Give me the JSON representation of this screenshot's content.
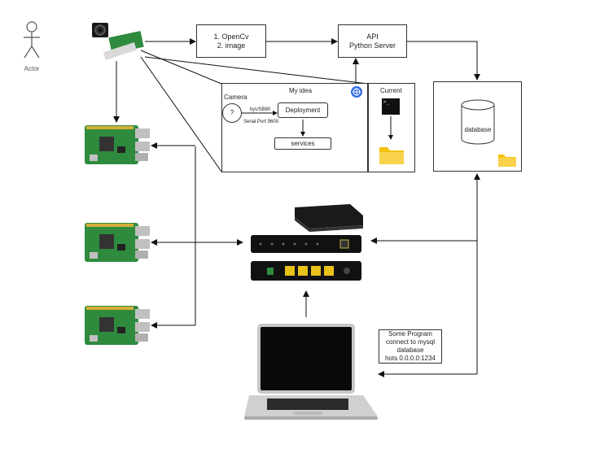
{
  "actor": {
    "label": "Actor"
  },
  "opencv_box": {
    "line1": "1. OpenCv",
    "line2": "2. image"
  },
  "api_box": {
    "line1": "API",
    "line2": "Python Server"
  },
  "idea_panel": {
    "title": "My idea",
    "camera_label": "Camera",
    "camera_node": "?",
    "edge_label_usb": "byUSB80",
    "edge_label_serial": "Serial Port 9600",
    "deployment": "Deployment",
    "services": "services"
  },
  "current_panel": {
    "title": "Current",
    "terminal_prompt": ">_"
  },
  "database_panel": {
    "label": "database"
  },
  "program_note": {
    "line1": "Some Program",
    "line2": "connect to mysql",
    "line3": "database",
    "line4": "hots 0.0.0.0:1234"
  },
  "colors": {
    "pcb_green": "#2e8b3e",
    "folder_yellow": "#f4c20d",
    "kubernetes_blue": "#326ce5",
    "router_black": "#1a1a1a",
    "port_yellow": "#e8c21a"
  },
  "icons": [
    "actor-icon",
    "camera-module-icon",
    "raspberry-pi-icon",
    "router-icon",
    "laptop-icon",
    "kubernetes-icon",
    "terminal-icon",
    "folder-icon",
    "database-cylinder-icon"
  ]
}
